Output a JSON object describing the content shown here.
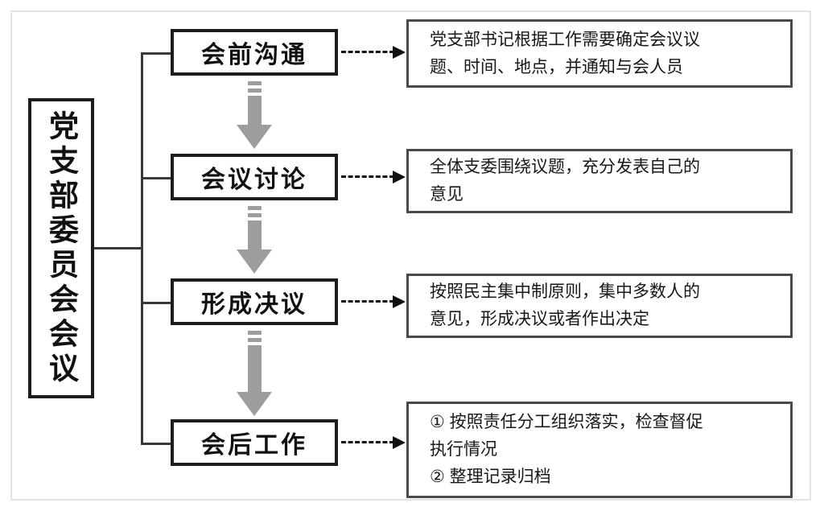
{
  "diagram": {
    "root": {
      "label": "党支部委员会会议"
    },
    "stages": [
      {
        "label": "会前沟通",
        "description_lines": [
          "党支部书记根据工作需要确定会议议",
          "题、时间、地点，并通知与会人员"
        ]
      },
      {
        "label": "会议讨论",
        "description_lines": [
          "全体支委围绕议题，充分发表自己的",
          "意见"
        ]
      },
      {
        "label": "形成决议",
        "description_lines": [
          "按照民主集中制原则，集中多数人的",
          "意见，形成决议或者作出决定"
        ]
      },
      {
        "label": "会后工作",
        "description_lines": [
          "① 按照责任分工组织落实，检查督促",
          "执行情况",
          "② 整理记录归档"
        ]
      }
    ],
    "colors": {
      "box_border": "#1c1c1c",
      "desc_border": "#4a4a4a",
      "connector": "#3a3a3a",
      "flow_arrow": "#9d9d9d",
      "link_arrow": "#111111",
      "frame": "#e3e3e3",
      "background": "#ffffff"
    }
  }
}
